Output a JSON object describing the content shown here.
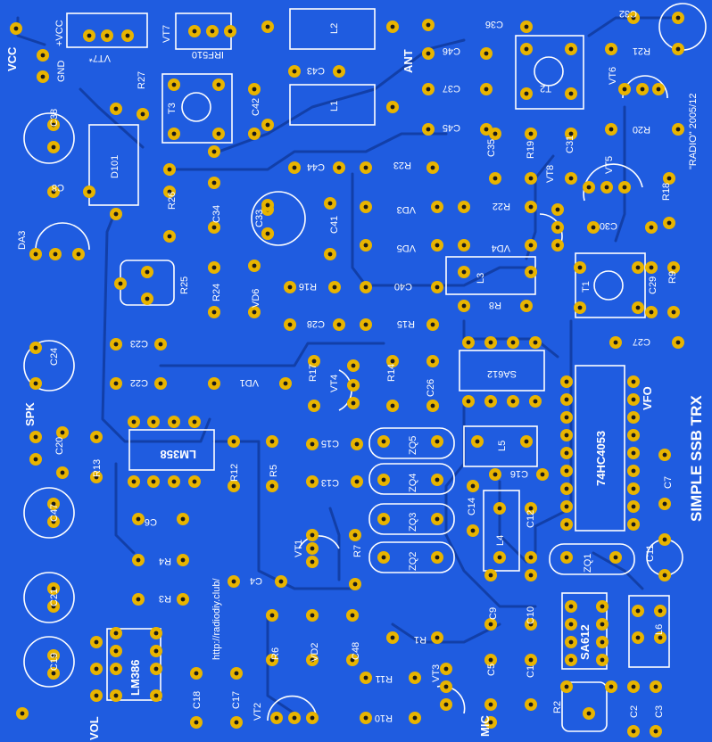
{
  "board": {
    "title": "SIMPLE SSB TRX",
    "credit": "\"RADIO\" 2005/12",
    "url": "http://radiodiy.club/",
    "colors": {
      "board": "#1f5ce0",
      "pad": "#e8b400",
      "silk": "#ffffff",
      "trace": "#123fa8"
    }
  },
  "connectors": {
    "vcc": "VCC",
    "gnd": "GND",
    "plus_vcc": "+VCC",
    "ant": "ANT",
    "spk": "SPK",
    "vfo": "VFO",
    "mic": "MIC",
    "vol": "VOL"
  },
  "ics": {
    "lm358": "LM358",
    "lm386": "LM386",
    "sa612_top": "SA612",
    "sa612_bottom": "SA612",
    "hc4053": "74HC4053",
    "irf510": "IRF510"
  },
  "labels": {
    "vt7": "VT7",
    "vt7s": "VT7*",
    "vt1": "VT1",
    "vt2": "VT2",
    "vt3": "VT3",
    "vt4": "VT4",
    "vt5": "VT5",
    "vt6": "VT6",
    "vt8": "VT8",
    "d101": "D101",
    "da3": "DA3",
    "vd1": "VD1",
    "vd2": "VD2",
    "vd3": "VD3",
    "vd4": "VD4",
    "vd5": "VD5",
    "vd6": "VD6",
    "l1": "L1",
    "l2": "L2",
    "l3": "L3",
    "l4": "L4",
    "l5": "L5",
    "l6": "L6",
    "t1": "T1",
    "t2": "T2",
    "t3": "T3",
    "zq1": "ZQ1",
    "zq2": "ZQ2",
    "zq3": "ZQ3",
    "zq4": "ZQ4",
    "zq5": "ZQ5",
    "r1": "R1",
    "r2": "R2",
    "r3": "R3",
    "r4": "R4",
    "r5": "R5",
    "r6": "R6",
    "r7": "R7",
    "r8": "R8",
    "r9": "R9",
    "r10": "R10",
    "r11": "R11",
    "r12": "R12",
    "r13": "R13",
    "r14": "R14",
    "r15": "R15",
    "r16": "R16",
    "r17": "R17",
    "r18": "R18",
    "r19": "R19",
    "r20": "R20",
    "r21": "R21",
    "r22": "R22",
    "r23": "R23",
    "r24": "R24",
    "r25": "R25",
    "r26": "R26",
    "r27": "R27",
    "c1": "C1",
    "c2": "C2",
    "c3": "C3",
    "c4": "C4",
    "c5": "C5",
    "c6": "C6",
    "c7": "C7",
    "c8": "C8",
    "c9": "C9",
    "c10": "C10",
    "c11": "C11",
    "c12": "C12",
    "c13": "C13",
    "c14": "C14",
    "c15": "C15",
    "c16": "C16",
    "c17": "C17",
    "c18": "C18",
    "c19": "C19",
    "c20": "C20",
    "c21": "C21",
    "c22": "C22",
    "c23": "C23",
    "c24": "C24",
    "c26": "C26",
    "c27": "C27",
    "c28": "C28",
    "c29": "C29",
    "c30": "C30",
    "c31": "C31",
    "c32": "C32",
    "c33": "C33",
    "c34": "C34",
    "c35": "C35",
    "c36": "C36",
    "c37": "C37",
    "c38": "C38",
    "c40": "C40",
    "c41": "C41",
    "c42": "C42",
    "c43": "C43",
    "c44": "C44",
    "c45": "C45",
    "c46": "C46",
    "c47": "C47",
    "c48": "C48"
  }
}
